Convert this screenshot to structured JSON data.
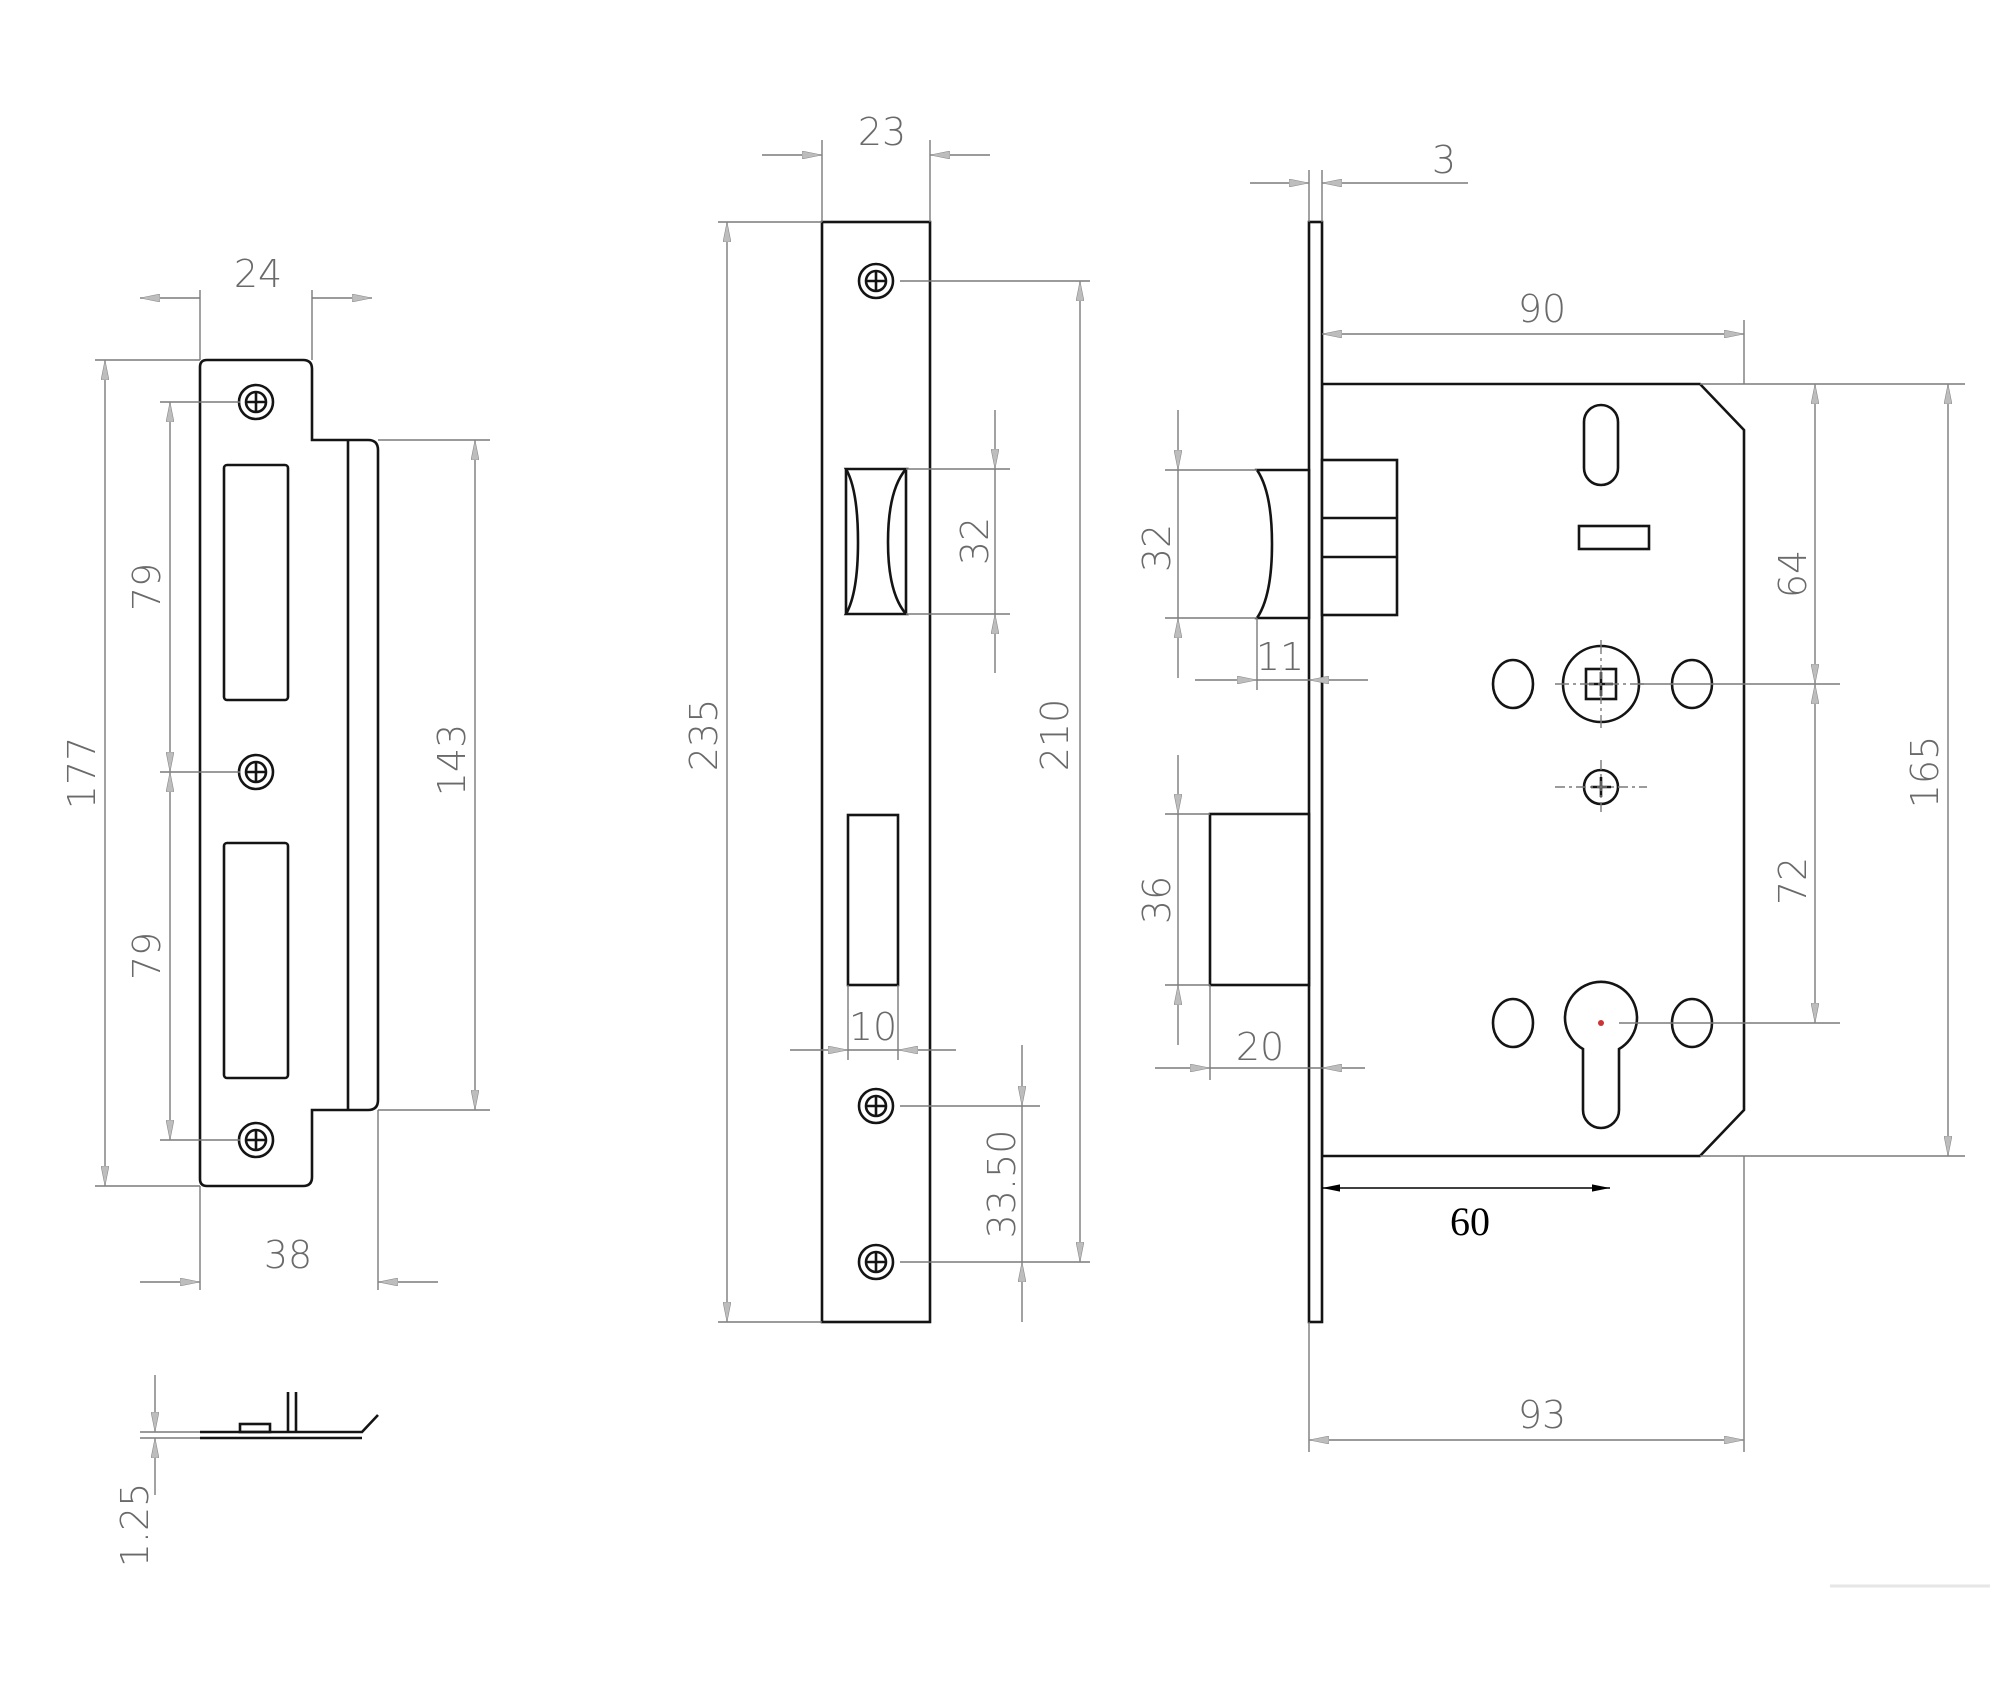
{
  "strike_plate": {
    "width_top": "24",
    "overall_height": "177",
    "hole_spacing_upper": "79",
    "hole_spacing_lower": "79",
    "lip_height": "143",
    "overall_width": "38",
    "thickness": "1.25"
  },
  "forend": {
    "width": "23",
    "length": "235",
    "fixing_centres": "210",
    "latch_height": "32",
    "bolt_width": "10",
    "lower_hole_spacing": "33.50"
  },
  "lock_body": {
    "forend_thickness": "3",
    "case_depth": "90",
    "latch_height": "32",
    "latch_projection": "11",
    "follower_to_top": "64",
    "case_height": "165",
    "bolt_height": "36",
    "centre_distance": "72",
    "bolt_projection": "20",
    "backset": "60",
    "overall_depth": "93"
  }
}
